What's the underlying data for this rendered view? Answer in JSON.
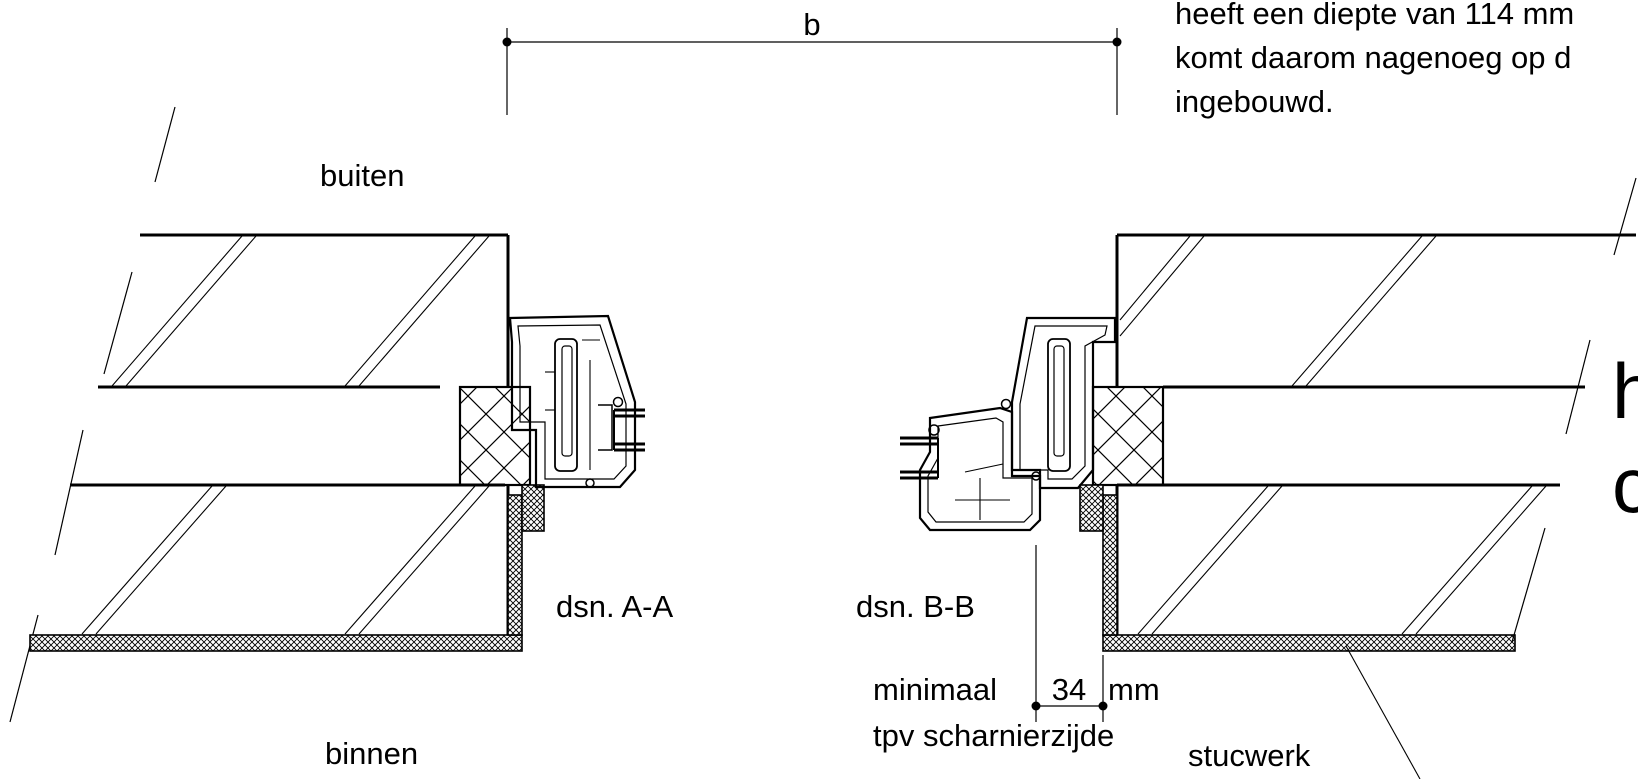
{
  "labels": {
    "dimension_top": "b",
    "outside": "buiten",
    "inside": "binnen",
    "section_a": "dsn. A-A",
    "section_b": "dsn. B-B",
    "min_prefix": "minimaal",
    "min_value": "34",
    "min_unit": "mm",
    "hinge_side": "tpv scharnierzijde",
    "plaster": "stucwerk"
  },
  "text_block": {
    "line1": "heeft een diepte van 114 mm",
    "line2": "komt daarom nagenoeg op d",
    "line3": "ingebouwd."
  },
  "cut_text": {
    "char1": "h",
    "char2": "c"
  }
}
